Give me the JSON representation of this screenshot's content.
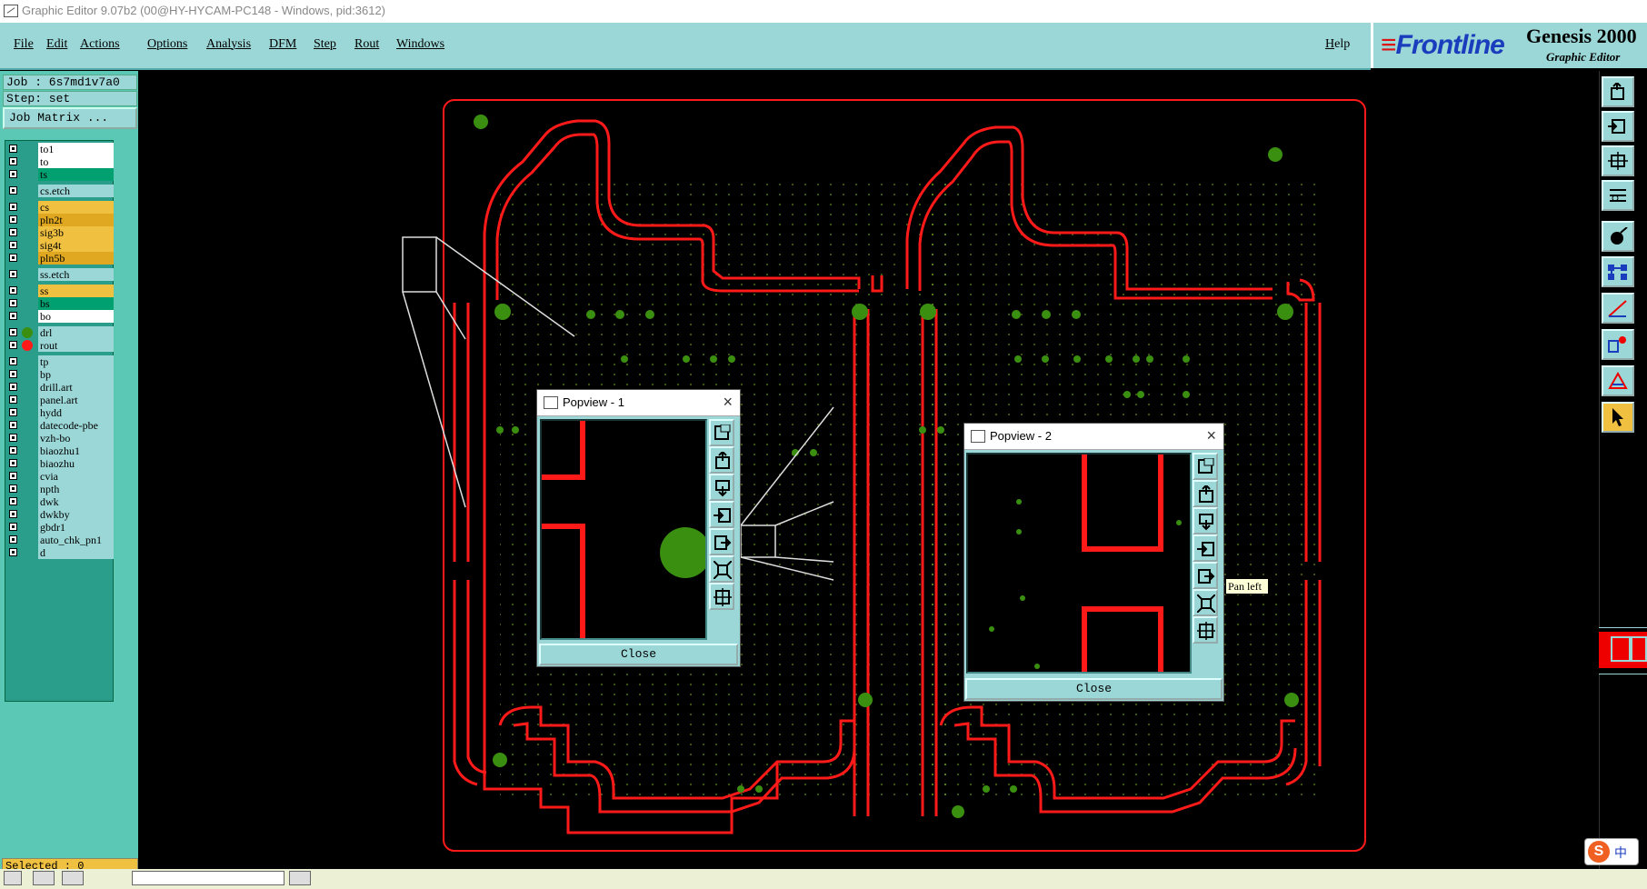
{
  "window": {
    "title": "Graphic Editor 9.07b2 (00@HY-HYCAM-PC148 - Windows, pid:3612)"
  },
  "menu": {
    "items": [
      "File",
      "Edit",
      "Actions",
      "Options",
      "Analysis",
      "DFM",
      "Step",
      "Rout",
      "Windows"
    ],
    "help": "Help"
  },
  "brand": {
    "logo": "Frontline",
    "product": "Genesis 2000",
    "subtitle": "Graphic Editor"
  },
  "job": {
    "job_label": "Job :  6s7md1v7a0",
    "step_label": "Step: set",
    "matrix_button": "Job Matrix ..."
  },
  "layers": [
    {
      "name": "to1",
      "color": "#ffffff"
    },
    {
      "name": "to",
      "color": "#ffffff"
    },
    {
      "name": "ts",
      "color": "#00a070"
    },
    {
      "name": "cs.etch",
      "color": "#9bd7d7"
    },
    {
      "name": "cs",
      "color": "#f0c040"
    },
    {
      "name": "pln2t",
      "color": "#e0a820"
    },
    {
      "name": "sig3b",
      "color": "#f0c040"
    },
    {
      "name": "sig4t",
      "color": "#f0c040"
    },
    {
      "name": "pln5b",
      "color": "#e0a820"
    },
    {
      "name": "ss.etch",
      "color": "#9bd7d7"
    },
    {
      "name": "ss",
      "color": "#f0c040"
    },
    {
      "name": "bs",
      "color": "#00a070"
    },
    {
      "name": "bo",
      "color": "#ffffff"
    },
    {
      "name": "drl",
      "color": "#9bd7d7"
    },
    {
      "name": "rout",
      "color": "#9bd7d7"
    },
    {
      "name": "tp",
      "color": "#9bd7d7"
    },
    {
      "name": "bp",
      "color": "#9bd7d7"
    },
    {
      "name": "drill.art",
      "color": "#9bd7d7"
    },
    {
      "name": "panel.art",
      "color": "#9bd7d7"
    },
    {
      "name": "hydd",
      "color": "#9bd7d7"
    },
    {
      "name": "datecode-pbe",
      "color": "#9bd7d7"
    },
    {
      "name": "vzh-bo",
      "color": "#9bd7d7"
    },
    {
      "name": "biaozhu1",
      "color": "#9bd7d7"
    },
    {
      "name": "biaozhu",
      "color": "#9bd7d7"
    },
    {
      "name": "cvia",
      "color": "#9bd7d7"
    },
    {
      "name": "npth",
      "color": "#9bd7d7"
    },
    {
      "name": "dwk",
      "color": "#9bd7d7"
    },
    {
      "name": "dwkby",
      "color": "#9bd7d7"
    },
    {
      "name": "gbdr1",
      "color": "#9bd7d7"
    },
    {
      "name": "auto_chk_pn1",
      "color": "#9bd7d7"
    },
    {
      "name": "d",
      "color": "#9bd7d7"
    }
  ],
  "status": {
    "selected": "Selected : 0"
  },
  "popview1": {
    "title": "Popview - 1",
    "close": "Close"
  },
  "popview2": {
    "title": "Popview - 2",
    "close": "Close"
  },
  "tooltip": {
    "text": "Pan left"
  },
  "ime": {
    "logo": "S",
    "lang": "中"
  },
  "colors": {
    "rout": "#ff1a1a",
    "drill": "#3a8f10",
    "panel_bg": "#9bd7d7",
    "canvas": "#000000"
  }
}
